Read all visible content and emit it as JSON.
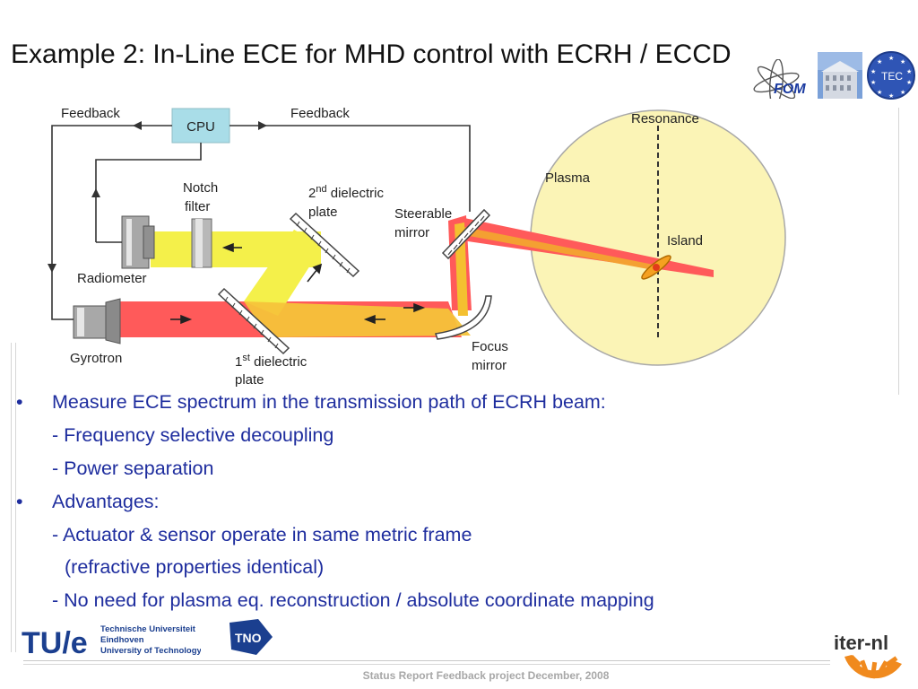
{
  "slide": {
    "title": "Example 2: In-Line ECE for MHD control with ECRH / ECCD",
    "footer": "Status Report Feedback project December, 2008"
  },
  "logos": {
    "fom": "FOM",
    "tec": "TEC",
    "tue_mark": "TU/e",
    "tue_line1": "Technische Universiteit",
    "tue_line2": "Eindhoven",
    "tue_line3": "University of Technology",
    "tno": "TNO",
    "iternl": "iter-nl"
  },
  "diagram": {
    "cpu": "CPU",
    "feedback_left": "Feedback",
    "feedback_right": "Feedback",
    "notch_filter_1": "Notch",
    "notch_filter_2": "filter",
    "radiometer": "Radiometer",
    "gyrotron": "Gyrotron",
    "plate2_a": "2",
    "plate2_sup": "nd",
    "plate2_b": " dielectric",
    "plate2_c": "plate",
    "plate1_a": "1",
    "plate1_sup": "st",
    "plate1_b": " dielectric",
    "plate1_c": "plate",
    "steerable_1": "Steerable",
    "steerable_2": "mirror",
    "focus_1": "Focus",
    "focus_2": "mirror",
    "resonance": "Resonance",
    "plasma": "Plasma",
    "island": "Island",
    "colors": {
      "ece_beam": "#f4f04a",
      "ecrh_beam": "#ff5a5a",
      "plasma": "#fbf4b6",
      "cpu_box": "#a9dde8",
      "wire": "#333333"
    }
  },
  "bullets": [
    {
      "bullet": "•",
      "text": "Measure ECE spectrum in the  transmission path of ECRH beam:"
    },
    {
      "bullet": "",
      "text": "- Frequency selective decoupling"
    },
    {
      "bullet": "",
      "text": "- Power separation"
    },
    {
      "bullet": "•",
      "text": "Advantages:"
    },
    {
      "bullet": "",
      "text": "- Actuator & sensor operate in same metric frame"
    },
    {
      "bullet": "",
      "text": "(refractive properties identical)"
    },
    {
      "bullet": "",
      "text": "- No need for plasma eq. reconstruction / absolute  coordinate mapping"
    }
  ]
}
